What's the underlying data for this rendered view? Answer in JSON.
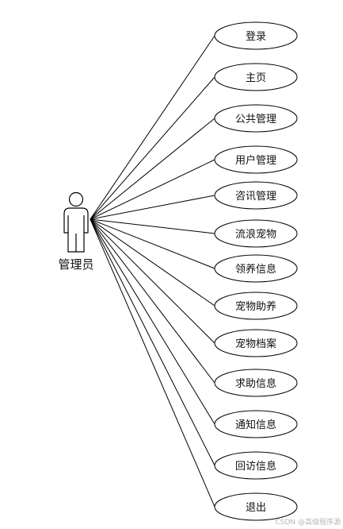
{
  "actor": {
    "label": "管理员",
    "icon": "stick-figure-actor-icon"
  },
  "use_cases": [
    {
      "label": "登录"
    },
    {
      "label": "主页"
    },
    {
      "label": "公共管理"
    },
    {
      "label": "用户管理"
    },
    {
      "label": "咨讯管理"
    },
    {
      "label": "流浪宠物"
    },
    {
      "label": "领养信息"
    },
    {
      "label": "宠物助养"
    },
    {
      "label": "宠物档案"
    },
    {
      "label": "求助信息"
    },
    {
      "label": "通知信息"
    },
    {
      "label": "回访信息"
    },
    {
      "label": "退出"
    }
  ],
  "watermark": "CSDN @高级程序源",
  "colors": {
    "stroke": "#000000",
    "background": "#ffffff"
  }
}
